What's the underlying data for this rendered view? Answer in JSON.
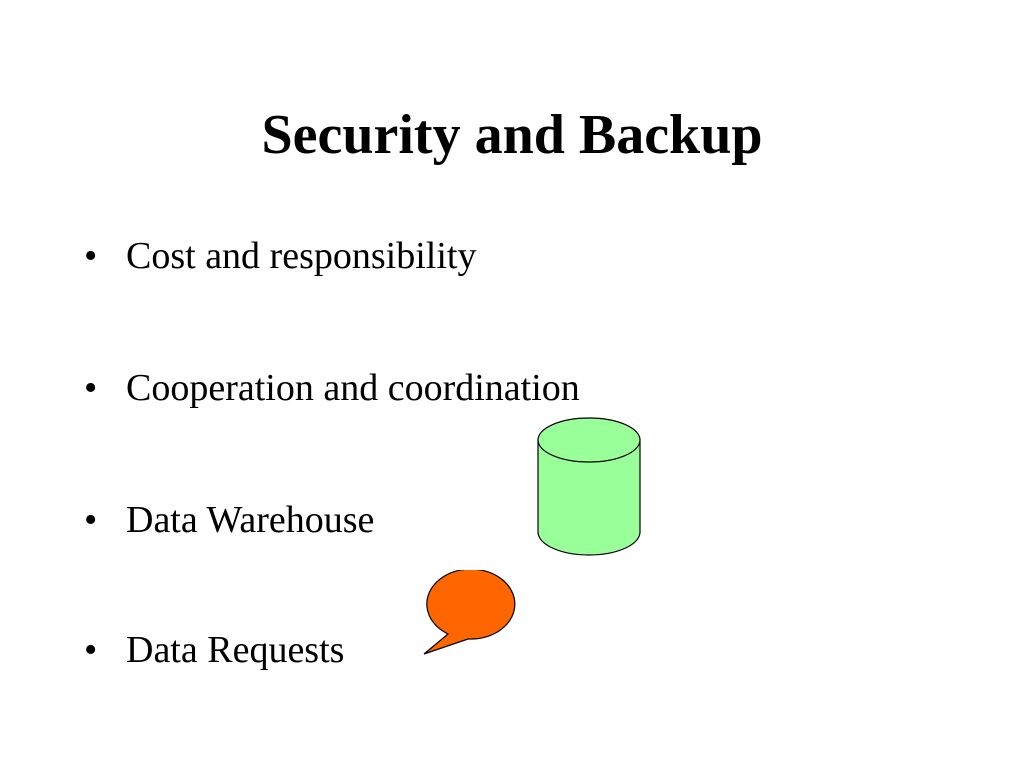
{
  "slide": {
    "title": "Security and Backup",
    "bullet_glyph": "•",
    "bullets": [
      "Cost and responsibility",
      "Cooperation and coordination",
      "Data Warehouse",
      "Data Requests"
    ]
  },
  "colors": {
    "cylinder_fill": "#99ff99",
    "bubble_fill": "#ff6600",
    "outline": "#000000"
  },
  "icons": {
    "cylinder": "database-cylinder-icon",
    "bubble": "speech-bubble-icon"
  }
}
